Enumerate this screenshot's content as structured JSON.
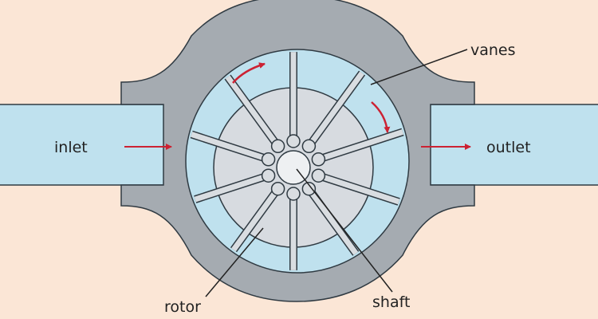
{
  "labels": {
    "inlet": "inlet",
    "outlet": "outlet",
    "vanes": "vanes",
    "rotor": "rotor",
    "shaft": "shaft"
  },
  "colors": {
    "background": "#fbe6d6",
    "pipe": "#bfe1ee",
    "fluid": "#bfe1ee",
    "casing": "#a5abb1",
    "rotor": "#d7dbe0",
    "vane": "#d9dde1",
    "outline": "#2f3a42",
    "arrow": "#cc2233",
    "leader": "#222222"
  },
  "icons": {
    "flow_arrows": "red-arrow-icon",
    "rotation_arrows": "curved-red-arrow-icon"
  },
  "vane_count": 10
}
